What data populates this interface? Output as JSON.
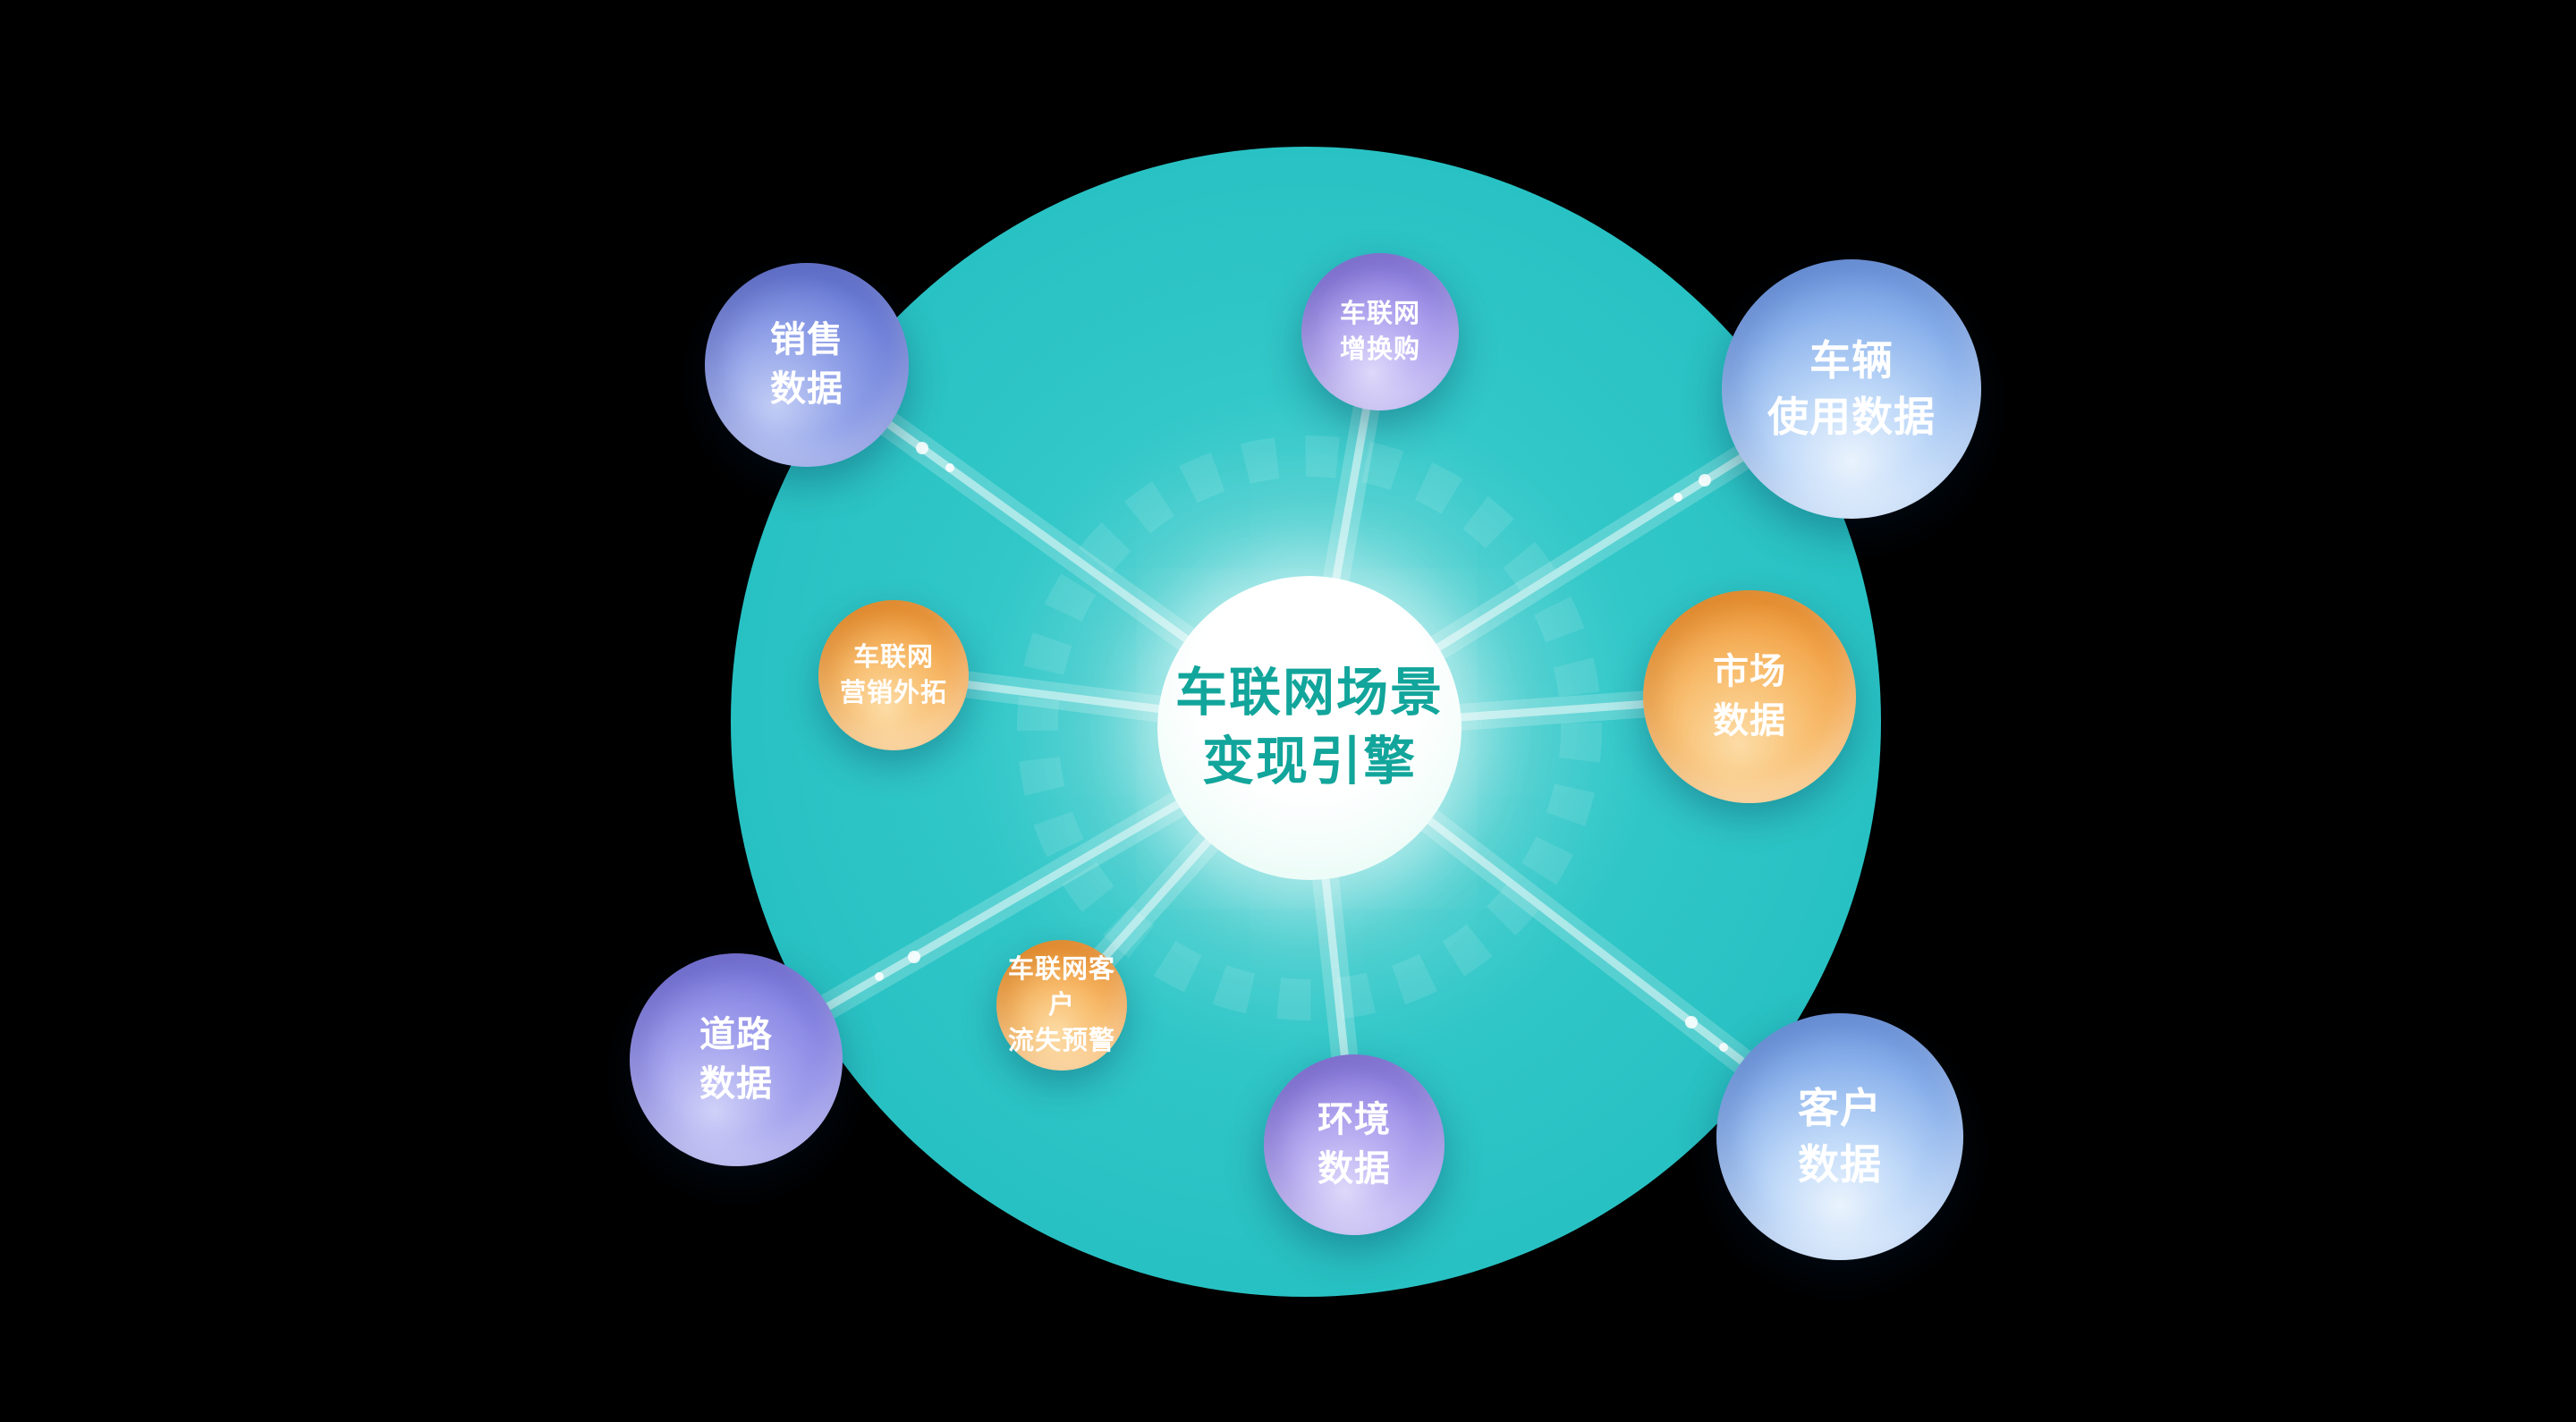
{
  "center": {
    "line1": "车联网场景",
    "line2": "变现引擎"
  },
  "nodes": [
    {
      "id": "sales-data",
      "line1": "销售",
      "line2": "数据"
    },
    {
      "id": "iov-upgrade-repurchase",
      "line1": "车联网",
      "line2": "增换购"
    },
    {
      "id": "vehicle-usage-data",
      "line1": "车辆",
      "line2": "使用数据"
    },
    {
      "id": "iov-marketing-expansion",
      "line1": "车联网",
      "line2": "营销外拓"
    },
    {
      "id": "market-data",
      "line1": "市场",
      "line2": "数据"
    },
    {
      "id": "road-data",
      "line1": "道路",
      "line2": "数据"
    },
    {
      "id": "iov-customer-churn-alert",
      "line1": "车联网客户",
      "line2": "流失预警"
    },
    {
      "id": "environment-data",
      "line1": "环境",
      "line2": "数据"
    },
    {
      "id": "customer-data",
      "line1": "客户",
      "line2": "数据"
    }
  ],
  "colors": {
    "background": "#000000",
    "main_circle": "#28c1c3",
    "center_hub": "#ffffff",
    "center_text": "#12a59b",
    "sphere_blue": "#5f8dde",
    "sphere_blueviolet": "#5a6bcc",
    "sphere_purple": "#6f6cd4",
    "sphere_lavender": "#8273d8",
    "sphere_orange": "#f09a3a",
    "beam": "#ffffff",
    "node_text": "#ffffff"
  }
}
